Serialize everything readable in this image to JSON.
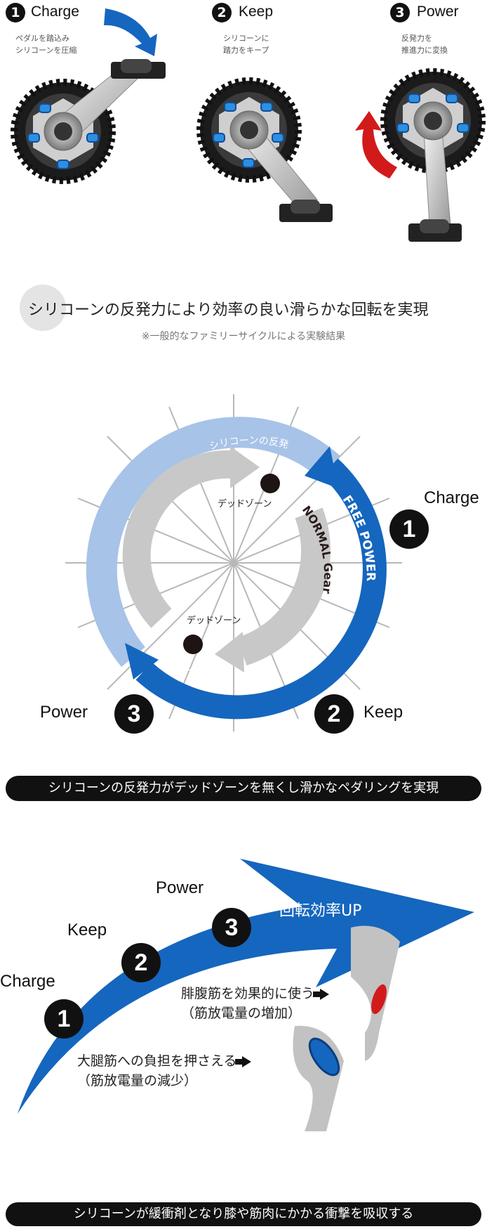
{
  "steps": [
    {
      "num": "1",
      "title": "Charge",
      "desc": "ペダルを踏込み\nシリコーンを圧縮"
    },
    {
      "num": "2",
      "title": "Keep",
      "desc": "シリコーンに\n踏力をキープ"
    },
    {
      "num": "3",
      "title": "Power",
      "desc": "反発力を\n推進力に変換"
    }
  ],
  "headline": "シリコーンの反発力により効率の良い滑らかな回転を実現",
  "note": "※一般的なファミリーサイクルによる実験結果",
  "cycle": {
    "arc_top_label": "シリコーンの反発",
    "arc_bottom_label": "シリコーンの反発",
    "free_power": "FREE POWER",
    "normal_gear": "NORMAL Gear",
    "dead_zone_1": "デッドゾーン",
    "dead_zone_2": "デッドゾーン",
    "charge_label": "Charge",
    "keep_label": "Keep",
    "power_label": "Power"
  },
  "banner1": "シリコーンの反発力がデッドゾーンを無くし滑かなペダリングを実現",
  "efficiency": {
    "boost": "回転効率UP",
    "charge": "Charge",
    "keep": "Keep",
    "power": "Power",
    "muscle_up_1": "腓腹筋を効果的に使う",
    "muscle_up_2": "（筋放電量の増加）",
    "muscle_down_1": "大腿筋への負担を押さえる",
    "muscle_down_2": "（筋放電量の減少）"
  },
  "banner2": "シリコーンが緩衝剤となり膝や筋肉にかかる衝撃を吸収する",
  "colors": {
    "blue": "#1566be",
    "light_blue": "#a8c3e8",
    "gray": "#c8c8c8",
    "red": "#d21a1a",
    "black": "#111111"
  }
}
